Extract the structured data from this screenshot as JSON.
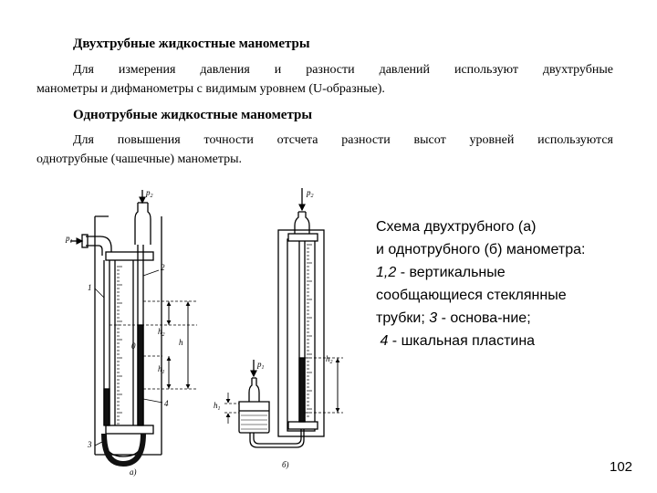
{
  "section1": {
    "title": "Двухтрубные жидкостные манометры",
    "line1": "Для измерения давления и разности давлений используют двухтрубные",
    "line2": "манометры и дифманометры с видимым уровнем (U-образные)."
  },
  "section2": {
    "title": "Однотрубные жидкостные манометры",
    "line1": "Для повышения точности отсчета разности высот уровней используются",
    "line2": "однотрубные (чашечные) манометры."
  },
  "caption": {
    "line1": "Схема двухтрубного (а)",
    "line2": "и однотрубного (б) манометра:",
    "line3_num": "1,2",
    "line3_text": " - вертикальные",
    "line4": "сообщающиеся стеклянные",
    "line5_text": "трубки; ",
    "line5_num": "3",
    "line5_rest": " - основа-ние;",
    "line6_num": "4",
    "line6_text": " - шкальная пластина"
  },
  "figure_a": {
    "p1": "p",
    "p1_sub": "1",
    "p2": "p",
    "p2_sub": "2",
    "label_1": "1",
    "label_2": "2",
    "label_3": "3",
    "label_4": "4",
    "h": "h",
    "h1": "h",
    "h1_sub": "1",
    "h2": "h",
    "h2_sub": "2",
    "zero": "0",
    "caption": "а)"
  },
  "figure_b": {
    "p1": "p",
    "p1_sub": "1",
    "p2": "p",
    "p2_sub": "2",
    "h1": "h",
    "h1_sub": "1",
    "h2": "h",
    "h2_sub": "2",
    "caption": "б)"
  },
  "page_number": "102"
}
